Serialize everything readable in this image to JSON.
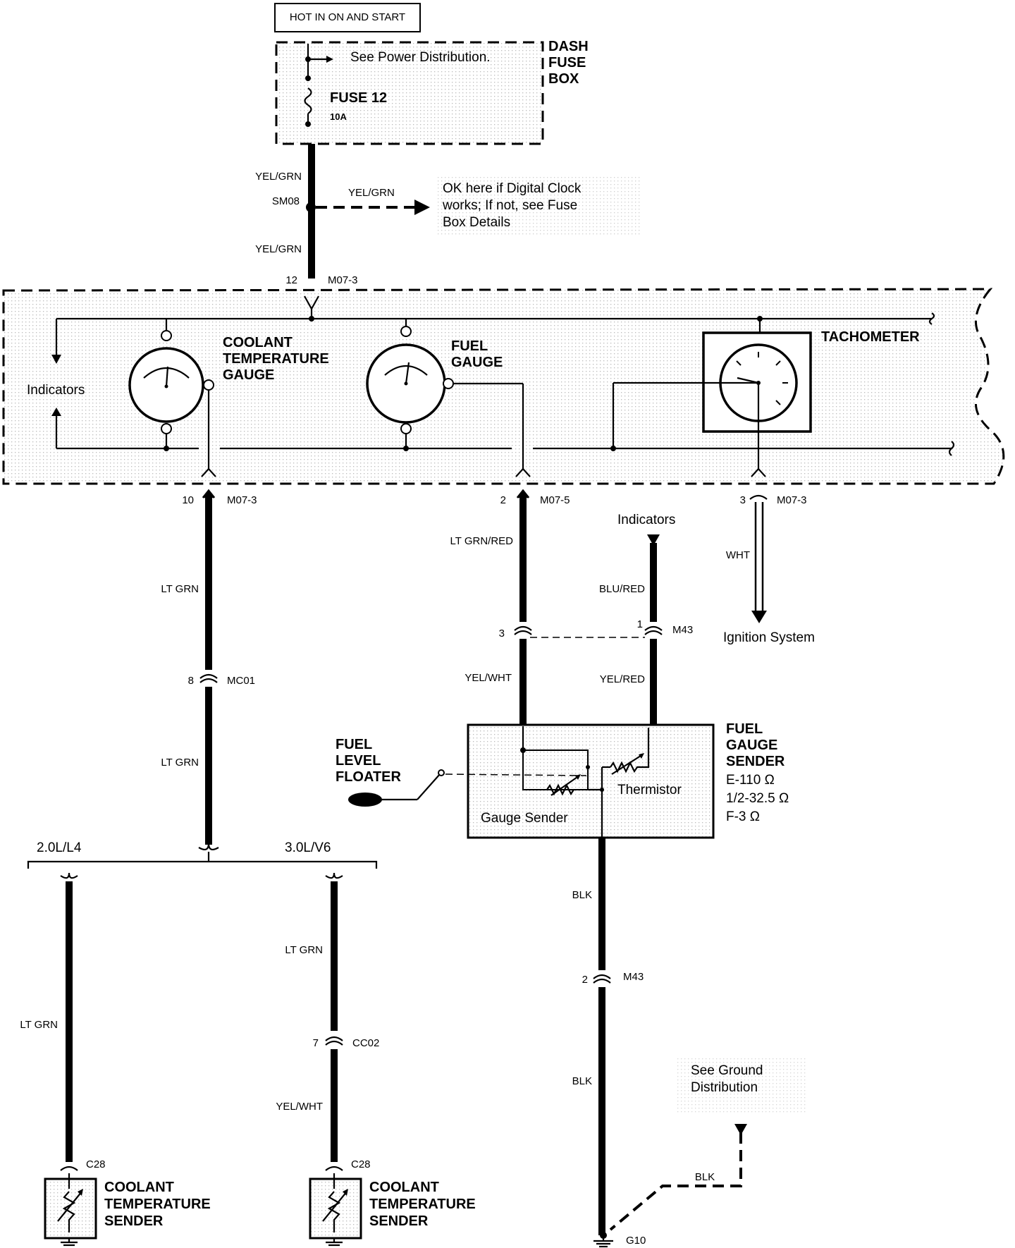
{
  "power_box_label": "HOT IN ON AND START",
  "dash_fuse_box": {
    "l1": "DASH",
    "l2": "FUSE",
    "l3": "BOX"
  },
  "power_distribution_note": "See Power Distribution.",
  "fuse": {
    "name": "FUSE 12",
    "rating": "10A"
  },
  "wires": {
    "yel_grn_1": "YEL/GRN",
    "yel_grn_2": "YEL/GRN",
    "yel_grn_3": "YEL/GRN",
    "lt_grn_1": "LT GRN",
    "lt_grn_2": "LT GRN",
    "lt_grn_3": "LT GRN",
    "lt_grn_4": "LT GRN",
    "lt_grn_red": "LT GRN/RED",
    "blu_red": "BLU/RED",
    "yel_wht_1": "YEL/WHT",
    "yel_red": "YEL/RED",
    "yel_wht_2": "YEL/WHT",
    "wht": "WHT",
    "blk_1": "BLK",
    "blk_2": "BLK",
    "blk_3": "BLK"
  },
  "splice": "SM08",
  "clock_note": {
    "l1": "OK here if Digital Clock",
    "l2": "works; If not, see Fuse",
    "l3": "Box Details"
  },
  "connectors": {
    "top_pin": "12",
    "top": "M07-3",
    "left_pin": "10",
    "left": "M07-3",
    "mid_pin": "2",
    "mid": "M07-5",
    "right_pin": "3",
    "right": "M07-3",
    "mc01_pin": "8",
    "mc01": "MC01",
    "m43a_pin_left": "3",
    "m43a_pin_right": "1",
    "m43a": "M43",
    "m43b_pin": "2",
    "m43b": "M43",
    "cc02_pin": "7",
    "cc02": "CC02",
    "c28_left": "C28",
    "c28_right": "C28",
    "ground": "G10"
  },
  "cluster": {
    "indicators": "Indicators",
    "coolant_gauge": {
      "l1": "COOLANT",
      "l2": "TEMPERATURE",
      "l3": "GAUGE"
    },
    "fuel_gauge": {
      "l1": "FUEL",
      "l2": "GAUGE"
    },
    "tachometer": "TACHOMETER"
  },
  "indicators_label": "Indicators",
  "ignition_system": "Ignition System",
  "fuel_level_floater": {
    "l1": "FUEL",
    "l2": "LEVEL",
    "l3": "FLOATER"
  },
  "fuel_sender": {
    "title": {
      "l1": "FUEL",
      "l2": "GAUGE",
      "l3": "SENDER"
    },
    "spec1": "E-110 Ω",
    "spec2": "1/2-32.5 Ω",
    "spec3": "F-3 Ω",
    "gauge_sender": "Gauge Sender",
    "thermistor": "Thermistor"
  },
  "engine_options": {
    "left": "2.0L/L4",
    "right": "3.0L/V6"
  },
  "coolant_sender_left": {
    "l1": "COOLANT",
    "l2": "TEMPERATURE",
    "l3": "SENDER"
  },
  "coolant_sender_right": {
    "l1": "COOLANT",
    "l2": "TEMPERATURE",
    "l3": "SENDER"
  },
  "ground_note": {
    "l1": "See Ground",
    "l2": "Distribution"
  }
}
